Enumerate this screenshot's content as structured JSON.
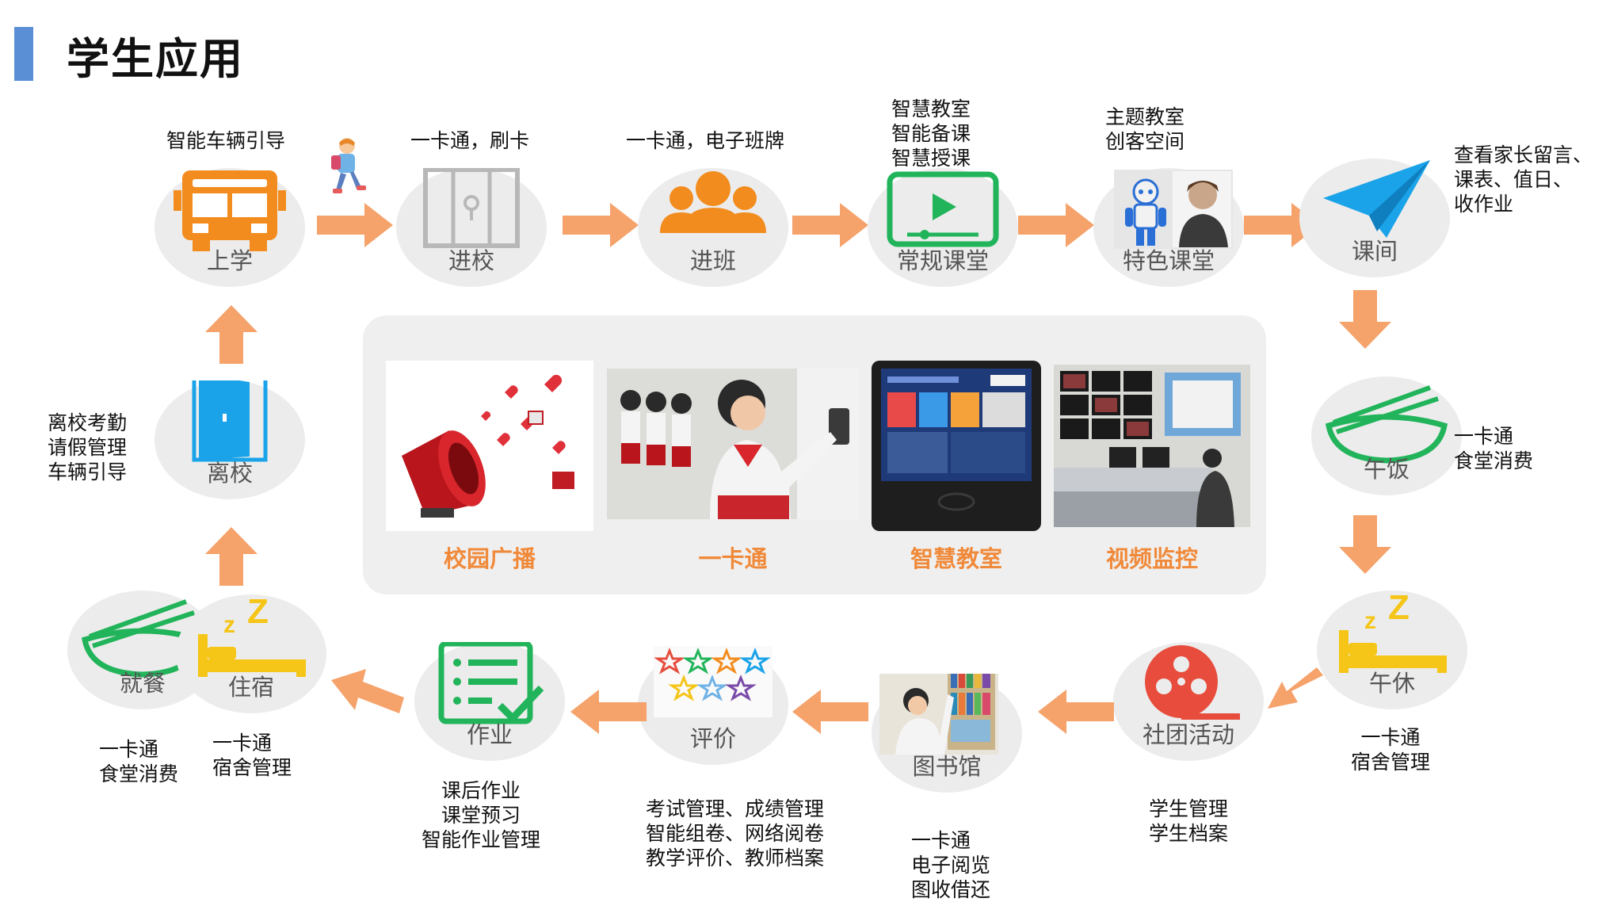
{
  "title": "学生应用",
  "nodes": {
    "shangxue": "上学",
    "jinxiao": "进校",
    "jinban": "进班",
    "changgui": "常规课堂",
    "tese": "特色课堂",
    "kejian": "课间",
    "wufan": "午饭",
    "wuxiu": "午休",
    "shetuan": "社团活动",
    "tushuguan": "图书馆",
    "pingjia": "评价",
    "zuoye": "作业",
    "zhusu": "住宿",
    "jiucan": "就餐",
    "lixiao": "离校"
  },
  "notes": {
    "shangxue": [
      "智能车辆引导"
    ],
    "jinxiao": [
      "一卡通，刷卡"
    ],
    "jinban": [
      "一卡通，电子班牌"
    ],
    "changgui": [
      "智慧教室",
      "智能备课",
      "智慧授课"
    ],
    "tese": [
      "主题教室",
      "创客空间"
    ],
    "kejian": [
      "查看家长留言、",
      "课表、值日、",
      "收作业"
    ],
    "wufan": [
      "一卡通",
      "食堂消费"
    ],
    "wuxiu": [
      "一卡通",
      "宿舍管理"
    ],
    "shetuan": [
      "学生管理",
      "学生档案"
    ],
    "tushuguan": [
      "一卡通",
      "电子阅览",
      "图收借还"
    ],
    "pingjia": [
      "考试管理、成绩管理",
      "智能组卷、网络阅卷",
      "教学评价、教师档案"
    ],
    "zuoye": [
      "课后作业",
      "课堂预习",
      "智能作业管理"
    ],
    "zhusu": [
      "一卡通",
      "宿舍管理"
    ],
    "jiucan": [
      "一卡通",
      "食堂消费"
    ],
    "lixiao": [
      "离校考勤",
      "请假管理",
      "车辆引导"
    ]
  },
  "panel": {
    "items": [
      "校园广播",
      "一卡通",
      "智慧教室",
      "视频监控"
    ]
  },
  "colors": {
    "accent": "#f08a3a",
    "arrow": "#f5a26b",
    "node_bg": "#ececec",
    "icon_orange": "#f28c1e",
    "icon_green": "#21b45a",
    "icon_blue": "#1aa3e8",
    "icon_yellow": "#f5c518",
    "title_bar": "#5a8fd6"
  }
}
